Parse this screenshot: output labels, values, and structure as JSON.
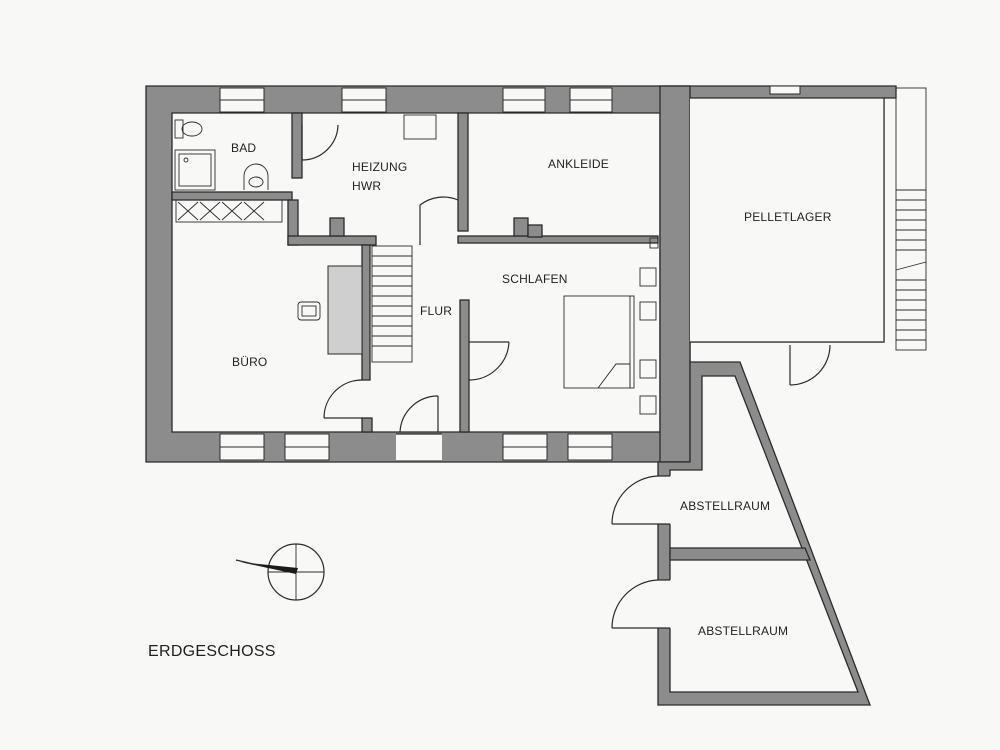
{
  "floor_title": "ERDGESCHOSS",
  "rooms": {
    "bad": "BAD",
    "heizung": "HEIZUNG",
    "hwr": "HWR",
    "ankleide": "ANKLEIDE",
    "pelletlager": "PELLETLAGER",
    "schlafen": "SCHLAFEN",
    "flur": "FLUR",
    "buero": "BÜRO",
    "abstellraum_1": "ABSTELLRAUM",
    "abstellraum_2": "ABSTELLRAUM"
  },
  "colors": {
    "wall": "#8c8c8c",
    "wall_outline": "#2b2b2b",
    "line": "#2b2b2b",
    "background": "#f8f8f6",
    "furniture_fill": "#cfcfcf"
  },
  "icons": [
    "north-arrow-icon",
    "toilet-icon",
    "shower-icon",
    "sink-icon",
    "bed-icon",
    "chair-icon",
    "stairs-icon",
    "door-swing-icon",
    "window-icon"
  ]
}
